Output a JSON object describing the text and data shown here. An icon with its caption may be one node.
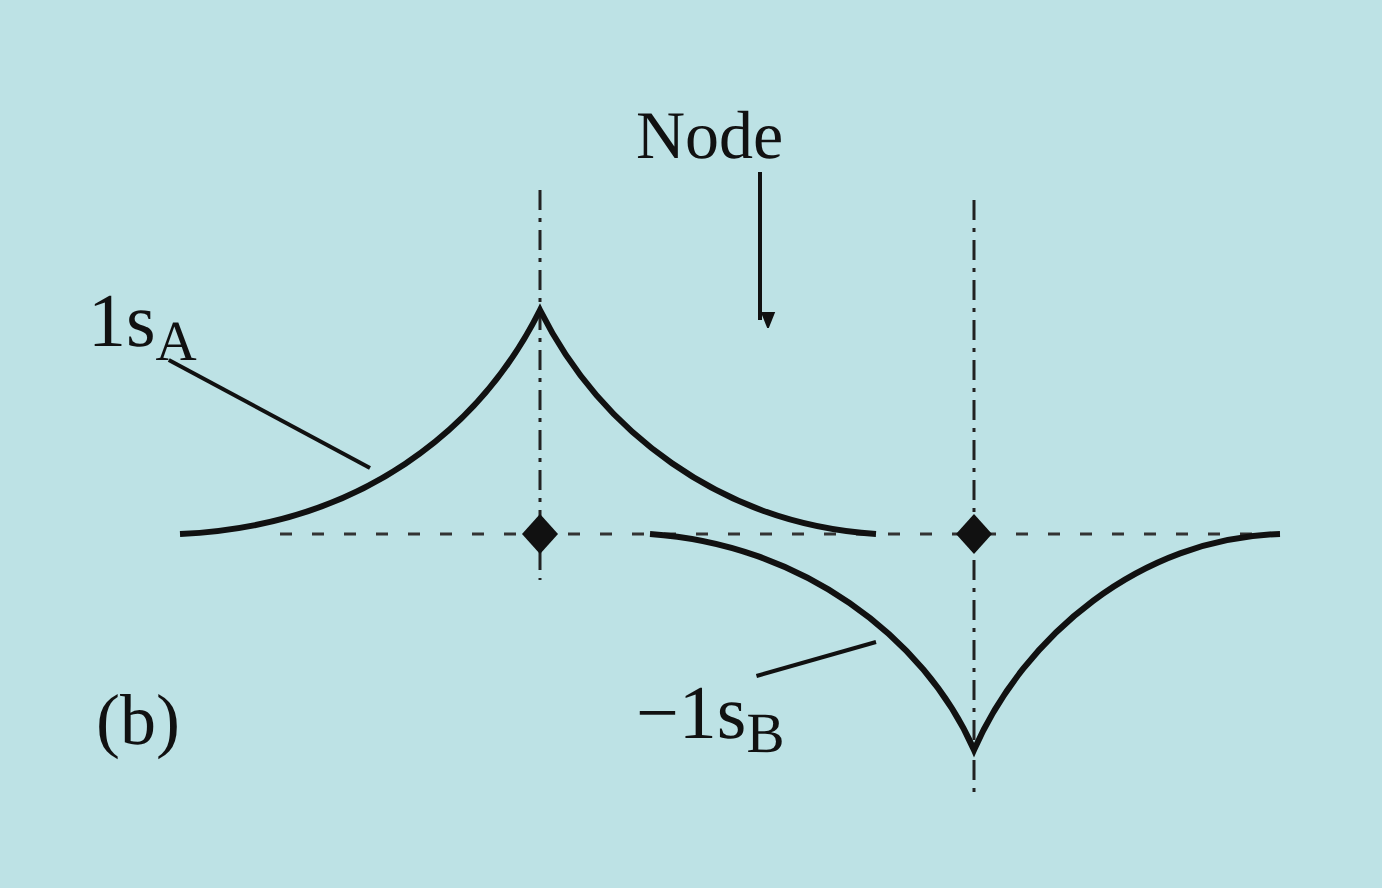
{
  "diagram": {
    "nodes": [
      {
        "text": [
          "Node"
        ]
      },
      {
        "text": [
          "1s$_{A}$"
        ]
      },
      {
        "text": [
          "−1s$_{B}$"
        ]
      },
      {
        "text": [],
        "shape": "curve"
      },
      {
        "text": [],
        "shape": "curve"
      }
    ],
    "edges": [
      {
        "from": 0,
        "to": 3,
        "arrow": "to"
      },
      {
        "from": 1,
        "to": 3,
        "arrow": "none"
      },
      {
        "from": 2,
        "to": 4,
        "arrow": "none"
      }
    ],
    "labels": [
      "(b)"
    ]
  }
}
